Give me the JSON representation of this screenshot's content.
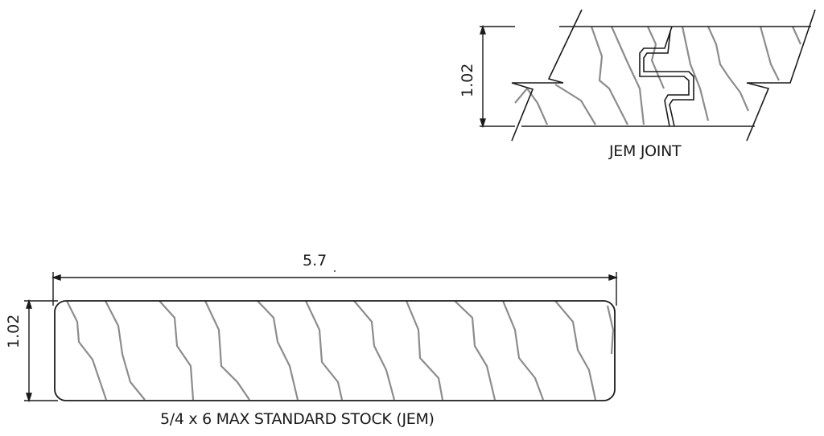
{
  "joint": {
    "caption": "JEM JOINT",
    "thickness_label": "1.02"
  },
  "board": {
    "caption": "5/4 x 6 MAX STANDARD STOCK (JEM)",
    "width_label": "5.7",
    "thickness_label": "1.02"
  },
  "colors": {
    "outline": "#1a1a1a",
    "grain": "#8c8c8c",
    "background": "#ffffff"
  }
}
